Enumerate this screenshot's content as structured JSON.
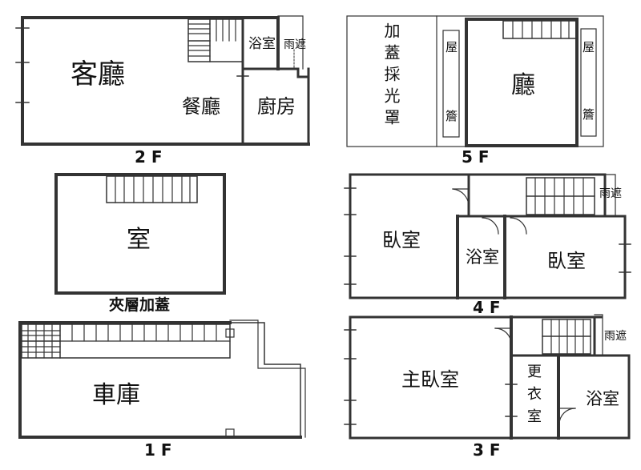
{
  "floors": {
    "f2": {
      "label": "2 F",
      "rooms": {
        "living": "客廳",
        "dining": "餐廳",
        "kitchen": "廚房",
        "bath": "浴室",
        "canopy": "雨遮"
      }
    },
    "f5": {
      "label": "5 F",
      "rooms": {
        "skylight": "加蓋採光罩",
        "eave_left_top": "屋",
        "eave_left_bottom": "簷",
        "hall": "廳",
        "eave_right_top": "屋",
        "eave_right_bottom": "簷"
      }
    },
    "mezz": {
      "label": "夾層加蓋",
      "rooms": {
        "room": "室"
      }
    },
    "f4": {
      "label": "4 F",
      "rooms": {
        "bedroom_left": "臥室",
        "bath": "浴室",
        "bedroom_right": "臥室",
        "canopy": "雨遮"
      }
    },
    "f1": {
      "label": "1 F",
      "rooms": {
        "garage": "車庫"
      }
    },
    "f3": {
      "label": "3 F",
      "rooms": {
        "master": "主臥室",
        "closet": "更衣室",
        "bath": "浴室",
        "canopy": "雨遮"
      }
    }
  }
}
